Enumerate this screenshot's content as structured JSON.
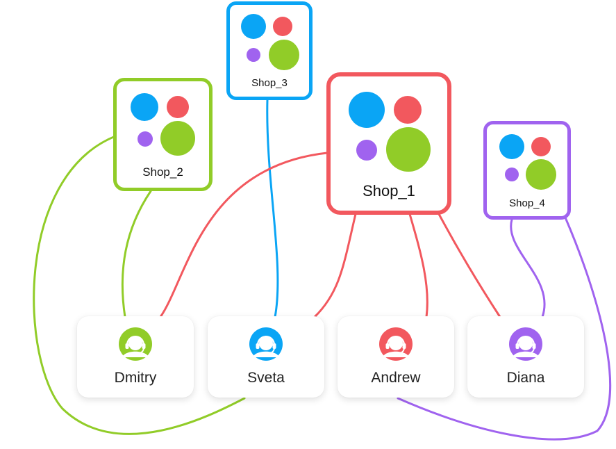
{
  "colors": {
    "blue": "#0aa5f5",
    "red": "#f2585e",
    "green": "#91cc28",
    "purple": "#a063ef"
  },
  "shops": [
    {
      "id": "shop_1",
      "name": "Shop_1",
      "border_color": "#f2585e"
    },
    {
      "id": "shop_2",
      "name": "Shop_2",
      "border_color": "#91cc28"
    },
    {
      "id": "shop_3",
      "name": "Shop_3",
      "border_color": "#0aa5f5"
    },
    {
      "id": "shop_4",
      "name": "Shop_4",
      "border_color": "#a063ef"
    }
  ],
  "agents": [
    {
      "id": "dmitry",
      "name": "Dmitry",
      "color": "#91cc28",
      "icon": "headset-agent-icon"
    },
    {
      "id": "sveta",
      "name": "Sveta",
      "color": "#0aa5f5",
      "icon": "headset-agent-icon"
    },
    {
      "id": "andrew",
      "name": "Andrew",
      "color": "#f2585e",
      "icon": "headset-agent-icon"
    },
    {
      "id": "diana",
      "name": "Diana",
      "color": "#a063ef",
      "icon": "headset-agent-icon"
    }
  ],
  "connections": [
    {
      "shop": "shop_1",
      "agent": "dmitry",
      "color": "#f2585e"
    },
    {
      "shop": "shop_1",
      "agent": "sveta",
      "color": "#f2585e"
    },
    {
      "shop": "shop_1",
      "agent": "andrew",
      "color": "#f2585e"
    },
    {
      "shop": "shop_1",
      "agent": "diana",
      "color": "#f2585e"
    },
    {
      "shop": "shop_2",
      "agent": "dmitry",
      "color": "#91cc28"
    },
    {
      "shop": "shop_2",
      "agent": "sveta",
      "color": "#91cc28"
    },
    {
      "shop": "shop_3",
      "agent": "sveta",
      "color": "#0aa5f5"
    },
    {
      "shop": "shop_4",
      "agent": "diana",
      "color": "#a063ef"
    },
    {
      "shop": "shop_4",
      "agent": "andrew",
      "color": "#a063ef"
    }
  ]
}
